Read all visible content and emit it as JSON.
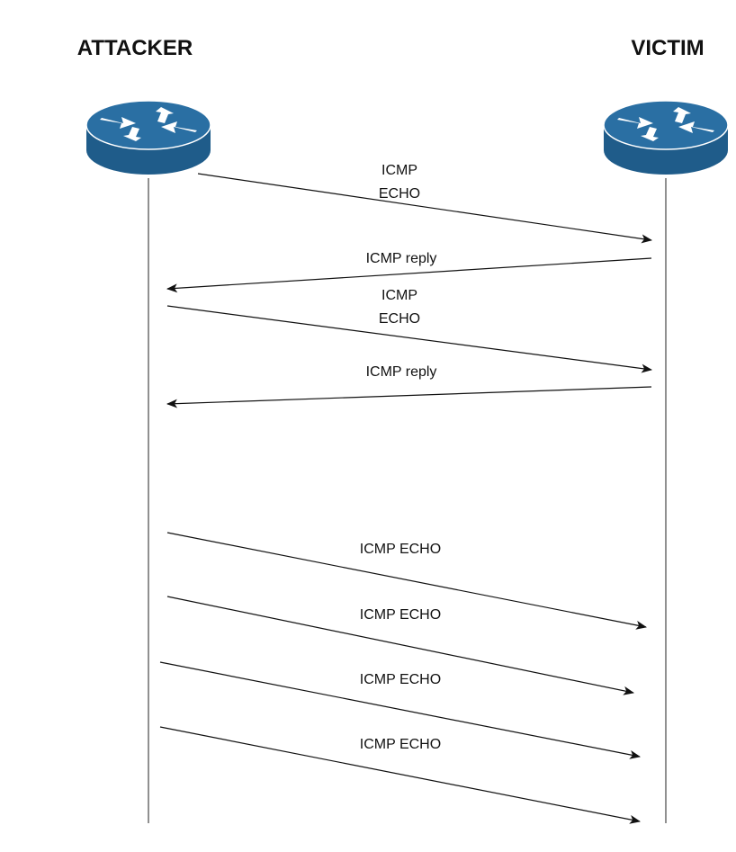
{
  "actors": {
    "attacker": {
      "label": "ATTACKER",
      "icon": "router-icon"
    },
    "victim": {
      "label": "VICTIM",
      "icon": "router-icon"
    }
  },
  "messages": [
    {
      "id": "m1",
      "from": "attacker",
      "to": "victim",
      "label": [
        "ICMP",
        "ECHO"
      ]
    },
    {
      "id": "m2",
      "from": "victim",
      "to": "attacker",
      "label": [
        "ICMP reply"
      ]
    },
    {
      "id": "m3",
      "from": "attacker",
      "to": "victim",
      "label": [
        "ICMP",
        "ECHO"
      ]
    },
    {
      "id": "m4",
      "from": "victim",
      "to": "attacker",
      "label": [
        "ICMP reply"
      ]
    },
    {
      "id": "m5",
      "from": "attacker",
      "to": "victim",
      "label": [
        "ICMP ECHO"
      ]
    },
    {
      "id": "m6",
      "from": "attacker",
      "to": "victim",
      "label": [
        "ICMP ECHO"
      ]
    },
    {
      "id": "m7",
      "from": "attacker",
      "to": "victim",
      "label": [
        "ICMP ECHO"
      ]
    },
    {
      "id": "m8",
      "from": "attacker",
      "to": "victim",
      "label": [
        "ICMP ECHO"
      ]
    }
  ],
  "colors": {
    "router_body": "#1f5c8a",
    "router_top": "#2a6fa3",
    "router_arrows": "#ffffff",
    "line": "#111111"
  }
}
